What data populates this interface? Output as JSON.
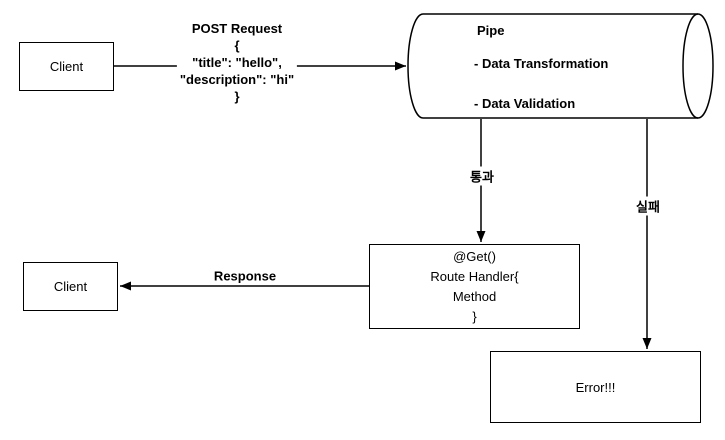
{
  "diagram": {
    "colors": {
      "stroke": "#000000",
      "background": "#ffffff",
      "text": "#000000"
    },
    "nodes": {
      "client_top": {
        "label": "Client"
      },
      "client_bottom": {
        "label": "Client"
      },
      "pipe": {
        "title": "Pipe",
        "items": [
          "- Data Transformation",
          "- Data Validation"
        ]
      },
      "route_handler": {
        "lines": [
          "@Get()",
          "Route Handler{",
          "Method",
          "}"
        ]
      },
      "error": {
        "label": "Error!!!"
      }
    },
    "edges": {
      "post_request": {
        "lines": [
          "POST Request",
          "{",
          "\"title\": \"hello\",",
          "\"description\": \"hi\"",
          "}"
        ]
      },
      "pass": {
        "label": "통과"
      },
      "fail": {
        "label": "실패"
      },
      "response": {
        "label": "Response"
      }
    }
  }
}
